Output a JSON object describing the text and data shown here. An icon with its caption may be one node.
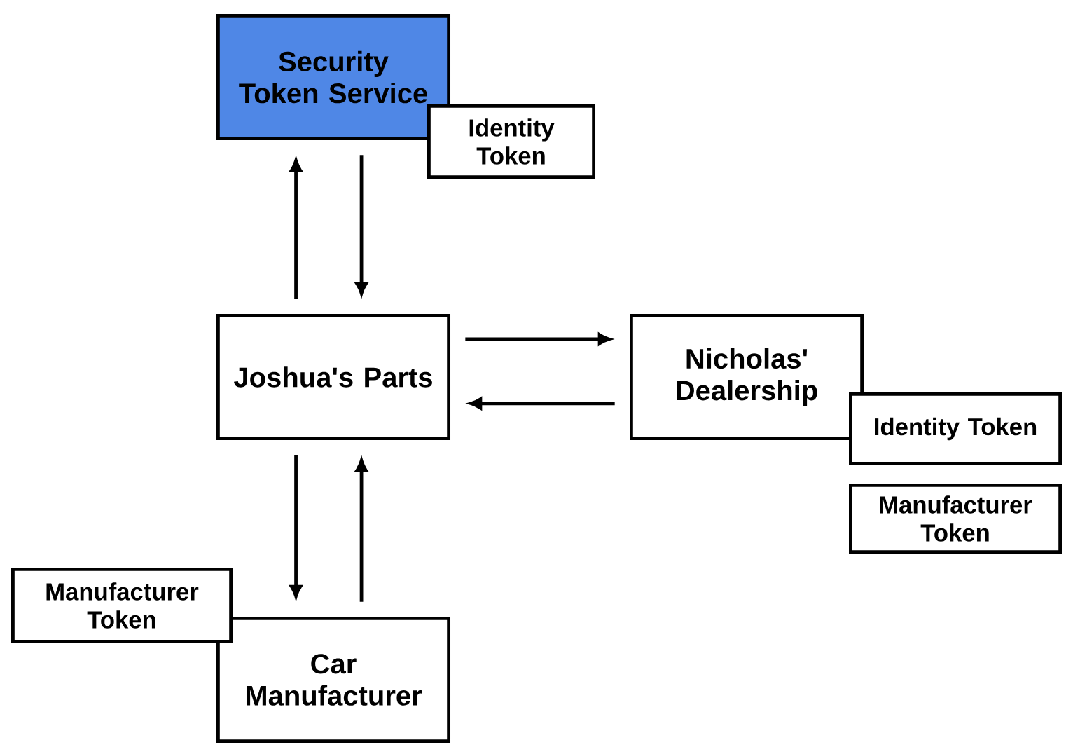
{
  "diagram": {
    "nodes": [
      {
        "text": [
          "Security Token Service"
        ]
      },
      {
        "text": [
          "Identity Token"
        ]
      },
      {
        "text": [
          "Joshua's Parts"
        ]
      },
      {
        "text": [
          "Nicholas' Dealership"
        ]
      },
      {
        "text": [
          "Identity Token"
        ]
      },
      {
        "text": [
          "Manufacturer Token"
        ]
      },
      {
        "text": [
          "Manufacturer Token"
        ]
      },
      {
        "text": [
          "Car Manufacturer"
        ]
      }
    ],
    "edges": [
      {
        "from": 2,
        "to": 0,
        "arrow": "to"
      },
      {
        "from": 0,
        "to": 2,
        "arrow": "to"
      },
      {
        "from": 2,
        "to": 3,
        "arrow": "to"
      },
      {
        "from": 3,
        "to": 2,
        "arrow": "to"
      },
      {
        "from": 2,
        "to": 7,
        "arrow": "to"
      },
      {
        "from": 7,
        "to": 2,
        "arrow": "to"
      }
    ]
  }
}
